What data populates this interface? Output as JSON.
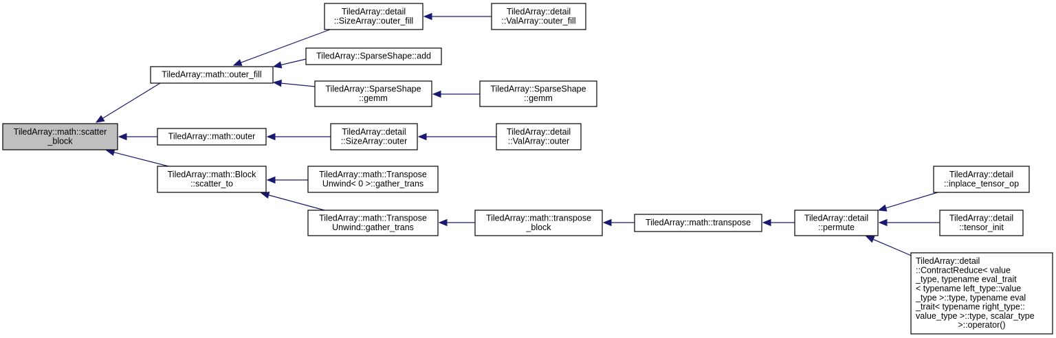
{
  "diagram": {
    "type": "doxygen-caller-graph",
    "colors": {
      "edge": "#191970",
      "root_fill": "#bfbfbf",
      "node_fill": "#ffffff",
      "node_border": "#000000"
    },
    "nodes": [
      {
        "id": "scatter_block",
        "root": true,
        "lines": [
          "TiledArray::math::scatter",
          "_block"
        ]
      },
      {
        "id": "outer_fill",
        "lines": [
          "TiledArray::math::outer_fill"
        ]
      },
      {
        "id": "outer",
        "lines": [
          "TiledArray::math::outer"
        ]
      },
      {
        "id": "block_scatter_to",
        "lines": [
          "TiledArray::math::Block",
          "::scatter_to"
        ]
      },
      {
        "id": "sizearray_outer_fill",
        "lines": [
          "TiledArray::detail",
          "::SizeArray::outer_fill"
        ]
      },
      {
        "id": "sparseshape_add",
        "lines": [
          "TiledArray::SparseShape::add"
        ]
      },
      {
        "id": "sparseshape_gemm_1",
        "lines": [
          "TiledArray::SparseShape",
          "::gemm"
        ]
      },
      {
        "id": "sizearray_outer",
        "lines": [
          "TiledArray::detail",
          "::SizeArray::outer"
        ]
      },
      {
        "id": "transposeunwind0_gather",
        "lines": [
          "TiledArray::math::Transpose",
          "Unwind< 0 >::gather_trans"
        ]
      },
      {
        "id": "transposeunwind_gather",
        "lines": [
          "TiledArray::math::Transpose",
          "Unwind::gather_trans"
        ]
      },
      {
        "id": "valarray_outer_fill",
        "lines": [
          "TiledArray::detail",
          "::ValArray::outer_fill"
        ]
      },
      {
        "id": "sparseshape_gemm_2",
        "lines": [
          "TiledArray::SparseShape",
          "::gemm"
        ]
      },
      {
        "id": "valarray_outer",
        "lines": [
          "TiledArray::detail",
          "::ValArray::outer"
        ]
      },
      {
        "id": "transpose_block",
        "lines": [
          "TiledArray::math::transpose",
          "_block"
        ]
      },
      {
        "id": "transpose",
        "lines": [
          "TiledArray::math::transpose"
        ]
      },
      {
        "id": "permute",
        "lines": [
          "TiledArray::detail",
          "::permute"
        ]
      },
      {
        "id": "inplace_tensor_op",
        "lines": [
          "TiledArray::detail",
          "::inplace_tensor_op"
        ]
      },
      {
        "id": "tensor_init",
        "lines": [
          "TiledArray::detail",
          "::tensor_init"
        ]
      },
      {
        "id": "contractreduce_op",
        "lines": [
          "TiledArray::detail",
          "::ContractReduce< value",
          "_type, typename eval_trait",
          "< typename left_type::value",
          "_type >::type, typename eval",
          "_trait< typename right_type::",
          "value_type >::type, scalar_type",
          ">::operator()"
        ]
      }
    ],
    "edges": [
      {
        "from": "outer_fill",
        "to": "scatter_block"
      },
      {
        "from": "outer",
        "to": "scatter_block"
      },
      {
        "from": "block_scatter_to",
        "to": "scatter_block"
      },
      {
        "from": "sizearray_outer_fill",
        "to": "outer_fill"
      },
      {
        "from": "sparseshape_add",
        "to": "outer_fill"
      },
      {
        "from": "sparseshape_gemm_1",
        "to": "outer_fill"
      },
      {
        "from": "valarray_outer_fill",
        "to": "sizearray_outer_fill"
      },
      {
        "from": "sparseshape_gemm_2",
        "to": "sparseshape_gemm_1"
      },
      {
        "from": "sizearray_outer",
        "to": "outer"
      },
      {
        "from": "valarray_outer",
        "to": "sizearray_outer"
      },
      {
        "from": "transposeunwind0_gather",
        "to": "block_scatter_to"
      },
      {
        "from": "transposeunwind_gather",
        "to": "block_scatter_to"
      },
      {
        "from": "transpose_block",
        "to": "transposeunwind_gather"
      },
      {
        "from": "transpose",
        "to": "transpose_block"
      },
      {
        "from": "permute",
        "to": "transpose"
      },
      {
        "from": "inplace_tensor_op",
        "to": "permute"
      },
      {
        "from": "tensor_init",
        "to": "permute"
      },
      {
        "from": "contractreduce_op",
        "to": "permute"
      }
    ]
  }
}
